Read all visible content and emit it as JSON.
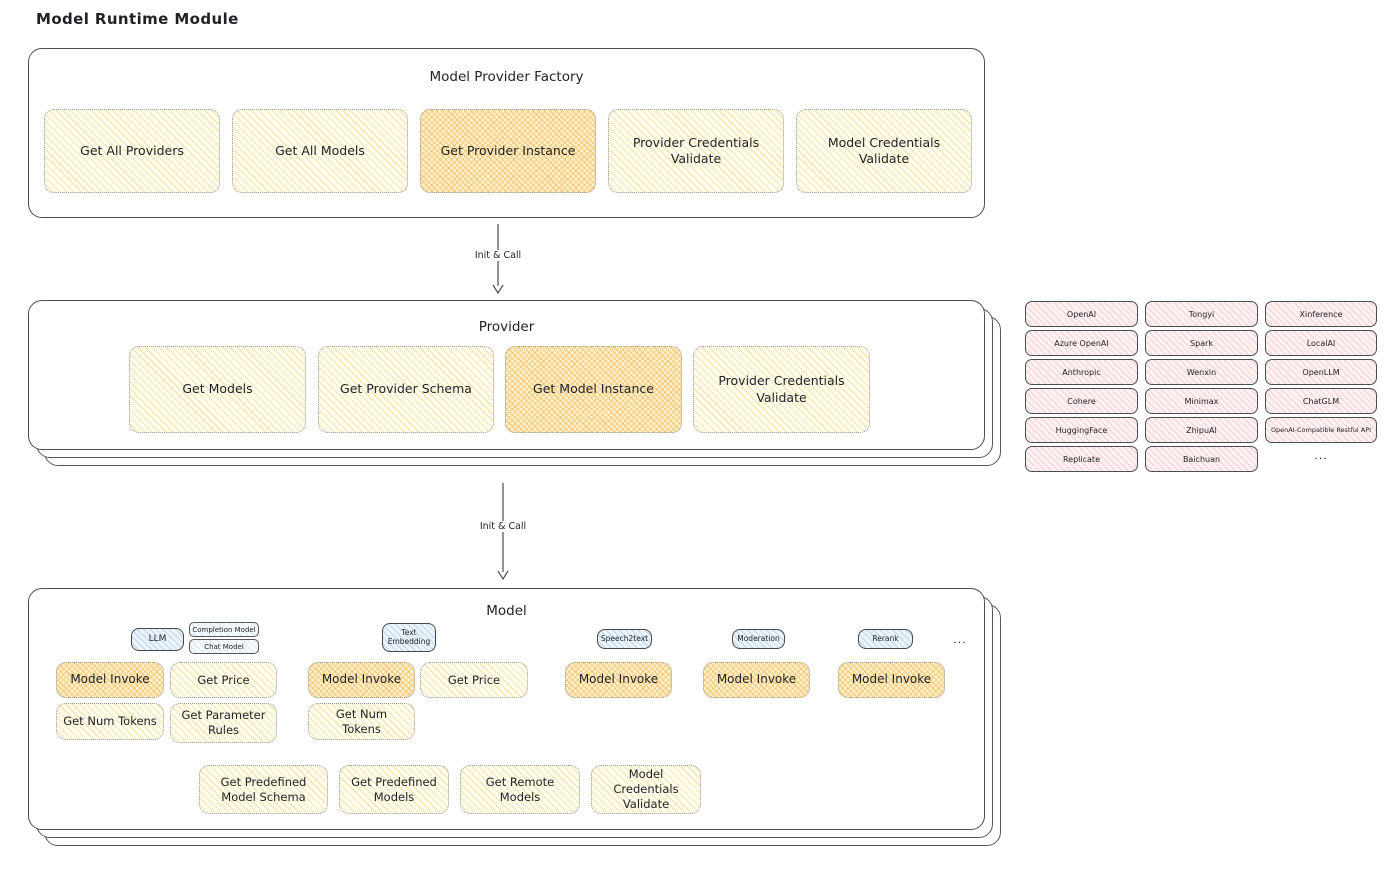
{
  "title": "Model Runtime Module",
  "colors": {
    "node_yellow": "#fffcf0",
    "node_highlight_orange": "#f2b342",
    "tag_blue": "#ecf4fb",
    "provider_pink": "#fdf1f1",
    "outline_dark": "#4a4e53"
  },
  "arrows": [
    {
      "label": "Init & Call"
    },
    {
      "label": "Init & Call"
    }
  ],
  "factory": {
    "title": "Model Provider Factory",
    "boxes": [
      {
        "label": "Get All Providers",
        "highlighted": false
      },
      {
        "label": "Get All Models",
        "highlighted": false
      },
      {
        "label": "Get Provider Instance",
        "highlighted": true
      },
      {
        "label": "Provider Credentials Validate",
        "highlighted": false
      },
      {
        "label": "Model Credentials Validate",
        "highlighted": false
      }
    ]
  },
  "provider": {
    "title": "Provider",
    "boxes": [
      {
        "label": "Get Models",
        "highlighted": false
      },
      {
        "label": "Get Provider Schema",
        "highlighted": false
      },
      {
        "label": "Get Model Instance",
        "highlighted": true
      },
      {
        "label": "Provider Credentials Validate",
        "highlighted": false
      }
    ]
  },
  "provider_list": {
    "rows": [
      [
        "OpenAI",
        "Tongyi",
        "Xinference"
      ],
      [
        "Azure OpenAI",
        "Spark",
        "LocalAI"
      ],
      [
        "Anthropic",
        "Wenxin",
        "OpenLLM"
      ],
      [
        "Cohere",
        "Minimax",
        "ChatGLM"
      ],
      [
        "HuggingFace",
        "ZhipuAI",
        "OpenAI-Compatible Restful API"
      ],
      [
        "Replicate",
        "Baichuan"
      ]
    ],
    "more": "..."
  },
  "model": {
    "title": "Model",
    "more": "...",
    "groups": [
      {
        "tag": "LLM",
        "subtags": [
          "Completion Model",
          "Chat Model"
        ],
        "ops": [
          {
            "label": "Model Invoke",
            "highlighted": true
          },
          {
            "label": "Get Price",
            "highlighted": false
          },
          {
            "label": "Get Num Tokens",
            "highlighted": false
          },
          {
            "label": "Get Parameter Rules",
            "highlighted": false
          }
        ]
      },
      {
        "tag": "Text Embedding",
        "ops": [
          {
            "label": "Model Invoke",
            "highlighted": true
          },
          {
            "label": "Get Price",
            "highlighted": false
          },
          {
            "label": "Get Num Tokens",
            "highlighted": false
          }
        ]
      },
      {
        "tag": "Speech2text",
        "ops": [
          {
            "label": "Model Invoke",
            "highlighted": true
          }
        ]
      },
      {
        "tag": "Moderation",
        "ops": [
          {
            "label": "Model Invoke",
            "highlighted": true
          }
        ]
      },
      {
        "tag": "Rerank",
        "ops": [
          {
            "label": "Model Invoke",
            "highlighted": true
          }
        ]
      }
    ],
    "bottom": [
      "Get Predefined Model Schema",
      "Get Predefined Models",
      "Get Remote Models",
      "Model Credentials Validate"
    ]
  }
}
